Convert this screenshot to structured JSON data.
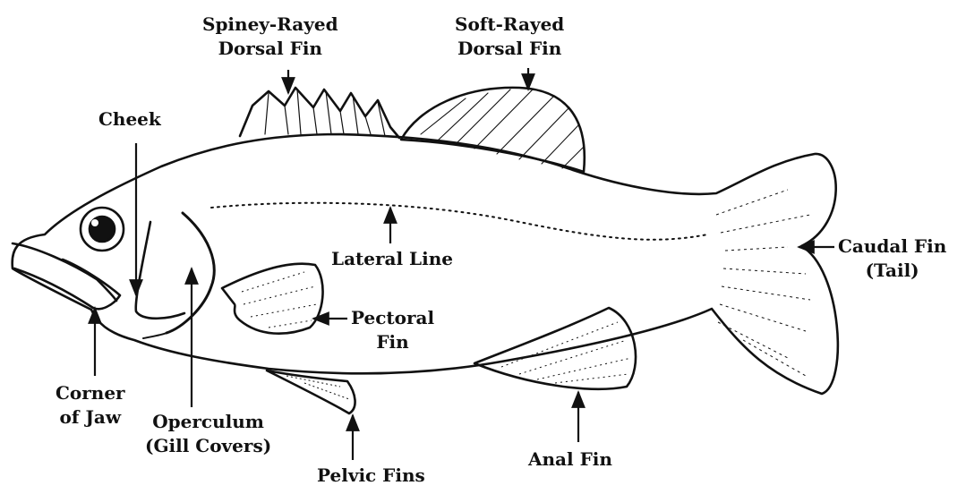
{
  "labels": {
    "spiney_dorsal": [
      "Spiney-Rayed",
      "Dorsal Fin"
    ],
    "soft_dorsal": [
      "Soft-Rayed",
      "Dorsal Fin"
    ],
    "cheek": "Cheek",
    "lateral_line": "Lateral Line",
    "caudal": [
      "Caudal Fin",
      "(Tail)"
    ],
    "pectoral": [
      "Pectoral",
      "Fin"
    ],
    "corner_jaw": [
      "Corner",
      "of Jaw"
    ],
    "operculum": [
      "Operculum",
      "(Gill Covers)"
    ],
    "pelvic": "Pelvic Fins",
    "anal": "Anal Fin"
  },
  "colors": {
    "ink": "#111111",
    "background": "#ffffff"
  }
}
